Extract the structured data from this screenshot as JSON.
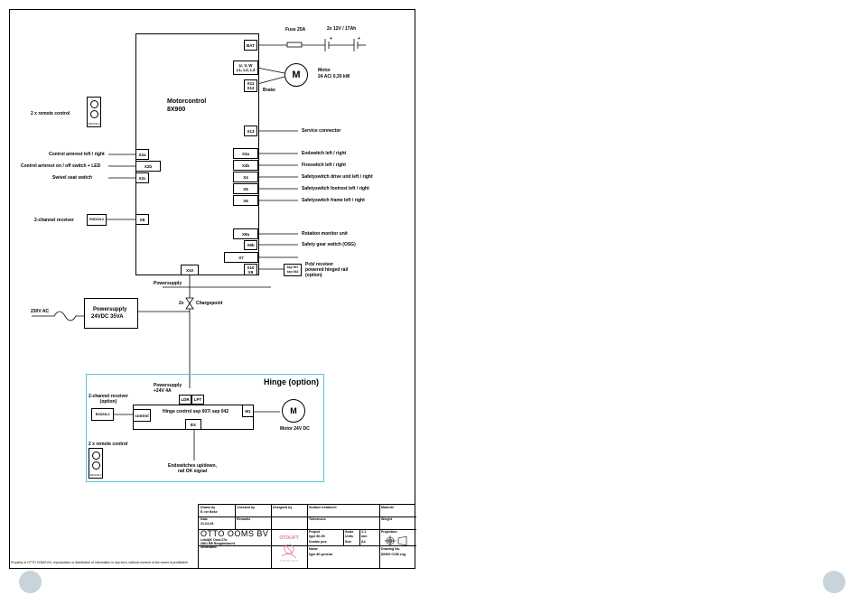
{
  "motorcontrol": {
    "title": "Motorcontrol",
    "model": "8X900"
  },
  "battery": {
    "fuse": "Fuse 25A",
    "label": "2x 12V / 17Ah",
    "plus": "+"
  },
  "motor": {
    "symbol": "M",
    "label": "Motor",
    "spec": "24 AC/ 0,30 kW",
    "brake": "Brake"
  },
  "pins": {
    "bat": "BAT",
    "uvw": "U, V, W\nL1, L2, L3",
    "x11": "X11\nX12",
    "x13": "X13",
    "x2a": "X2a",
    "x2b": "X2b",
    "x2c": "X2c",
    "x8": "X8",
    "x3a": "X3a",
    "x3b": "X3b",
    "x4": "X4",
    "x5": "X5",
    "x6": "X6",
    "x9a": "X9a",
    "x9b": "X9b",
    "x7": "X7",
    "x10": "X10",
    "x10x9": "X10\nX9"
  },
  "left_labels": {
    "remote": "2 x remote control",
    "armrest": "Control armrest left / right",
    "onoff": "Control armrest on / off switch + LED",
    "swivel": "Swivel seat switch",
    "receiver": "2-channel receiver",
    "receiver_box": "RXDZ4L3",
    "remote_box": "S6CD4L3"
  },
  "right_labels": {
    "service": "Service connector",
    "endswitch": "Endswitch left / right",
    "fireswitch": "Fireswitch left / right",
    "drive": "Safetyswitch drive unit left / right",
    "footrest": "Safetyswitch footrest left / right",
    "frame": "Safetyswitch frame left / right",
    "rotation": "Rotation monitor unit",
    "gear": "Safety gear switch (OSG)",
    "pcb": "Pcb/ receiver\npowered hinged rail\n(option)",
    "pcb_box": "sep 007\nsep 042"
  },
  "power": {
    "powersupply": "Powersupply",
    "ac": "230V AC",
    "unit_title": "Powersupply",
    "unit_spec": "24VDC 35VA",
    "chargepoint": "Chargepoint",
    "count": "2x"
  },
  "hinge": {
    "title": "Hinge  (option)",
    "ps": "Powersupply\n+24V 4A",
    "ldr": "LDR",
    "lpt": "LPT",
    "control": "Hinge control sep 007/ sep 042",
    "m1": "M1",
    "motor_symbol": "M",
    "motor_label": "Motor 24V DC",
    "receiver": "2-channel receiver\n(option)",
    "receiver_box": "RXDZ4L3",
    "control_box": "control",
    "remote": "2 x remote control",
    "remote_box": "S6CD4L3",
    "ex": "EX",
    "endswitches": "Endswitches up/down,\nrail OK signal"
  },
  "title_block": {
    "drawn_by_h": "Drawn by",
    "drawn_by": "E. ter Beke",
    "checked_by_h": "Checked by",
    "designed_by_h": "Designed by",
    "surface_h": "Surface treatment",
    "material_h": "Material",
    "date_h": "Date",
    "date": "21-04-08",
    "remarks_h": "Remarks",
    "tolerances_h": "Tolerances",
    "weight_h": "Weight",
    "company": "OTTO OOMS BV",
    "address": "LekdijK Oost 27a\n2861 BE Bergambacht\nNederland",
    "brand": "OTOLIFT",
    "brand_small": "S T A I R L I F T S",
    "project_h": "Project",
    "project": "type 80-90",
    "scale_h": "Scale",
    "scale": "1:1",
    "units_h": "Units",
    "units": "mm",
    "sheets_h": "Sheets",
    "size_h": "Size",
    "size": "A4",
    "double_pos": "Double pos",
    "name_h": "Name",
    "name": "type 80 general",
    "projection_h": "Projection",
    "drawing_no_h": "Drawing No.",
    "drawing_no": "8X900 COM eng"
  },
  "footer": "Property of OTTO OOMS BV, reproduction or distribution of information in any form, without consent of the owner is prohibited!"
}
